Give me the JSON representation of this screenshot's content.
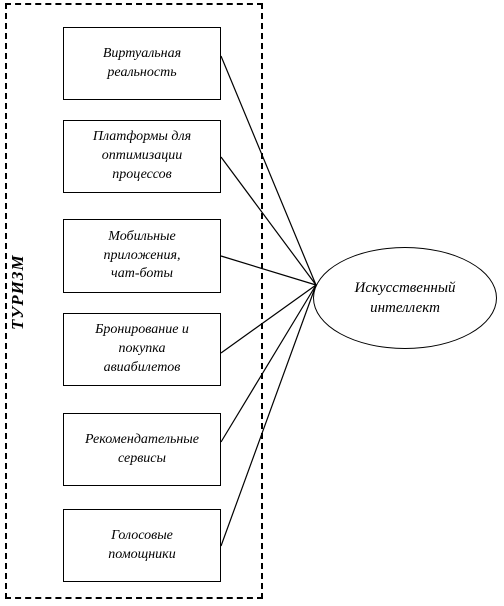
{
  "frame_label": "ТУРИЗМ",
  "boxes": [
    "Виртуальная\nреальность",
    "Платформы для\nоптимизации\nпроцессов",
    "Мобильные\nприложения,\nчат-боты",
    "Бронирование и\nпокупка\nавиабилетов",
    "Рекомендательные\nсервисы",
    "Голосовые\nпомощники"
  ],
  "center": "Искусственный\nинтеллект"
}
